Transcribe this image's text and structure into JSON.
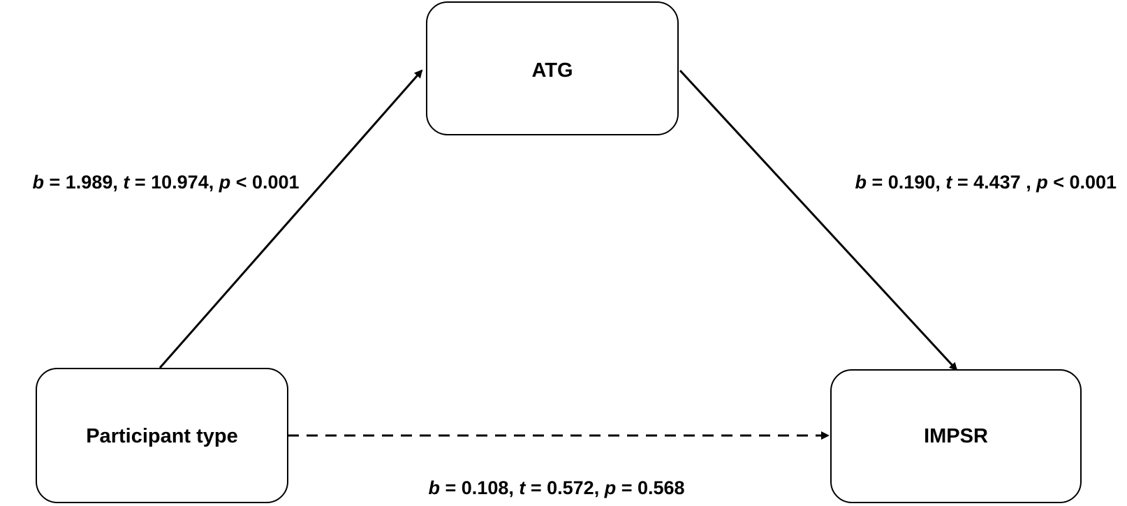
{
  "nodes": {
    "mediator": {
      "label": "ATG"
    },
    "predictor": {
      "label": "Participant type"
    },
    "outcome": {
      "label": "IMPSR"
    }
  },
  "paths": {
    "a_path": {
      "b_sym": "b",
      "b_val": " = 1.989, ",
      "t_sym": "t",
      "t_val": " = 10.974, ",
      "p_sym": "p",
      "p_val": " < 0.001"
    },
    "b_path": {
      "b_sym": "b",
      "b_val": " = 0.190, ",
      "t_sym": "t",
      "t_val": " = 4.437 , ",
      "p_sym": "p",
      "p_val": " < 0.001"
    },
    "c_path": {
      "b_sym": "b",
      "b_val": " = 0.108, ",
      "t_sym": "t",
      "t_val": " = 0.572, ",
      "p_sym": "p",
      "p_val": " = 0.568"
    }
  },
  "colors": {
    "stroke": "#000000",
    "background": "#ffffff"
  }
}
